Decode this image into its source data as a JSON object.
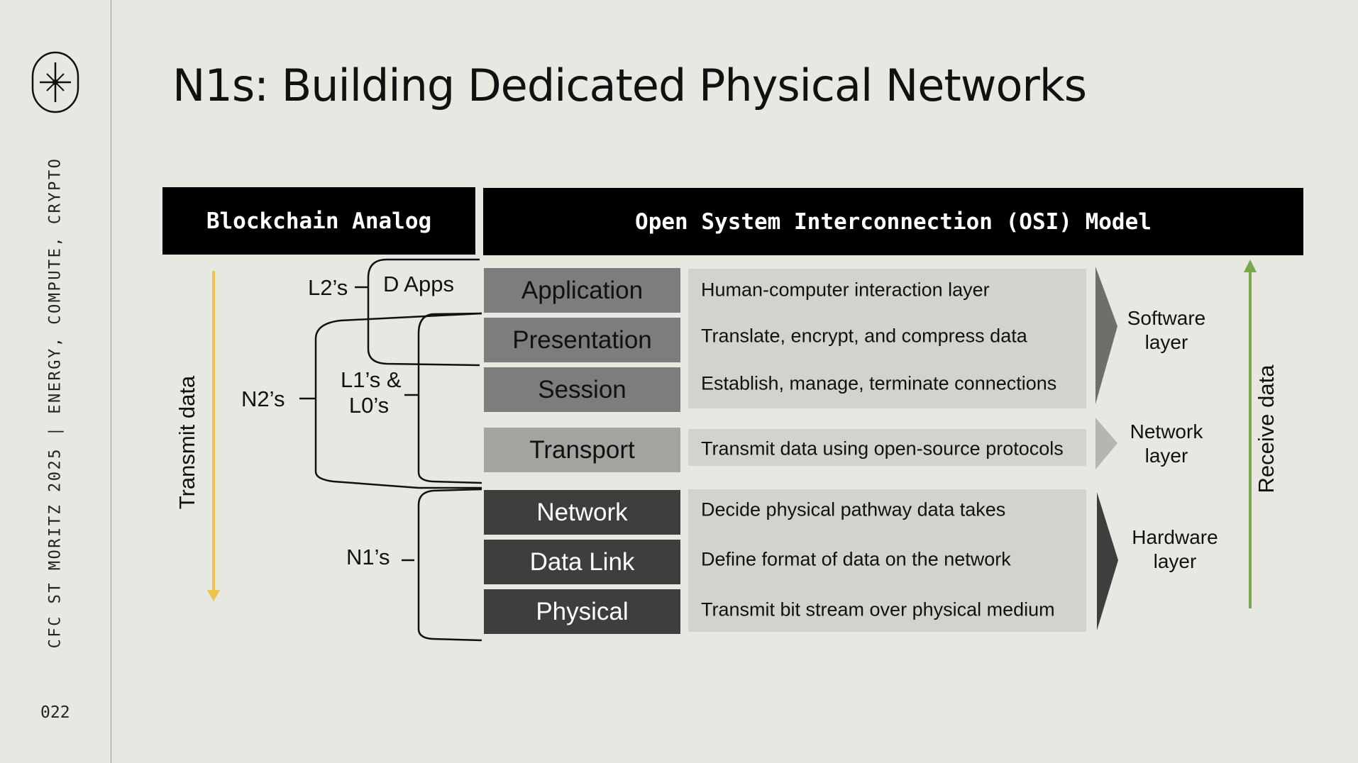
{
  "sidebar": {
    "vertical_text": "CFC ST MORITZ 2025 | ENERGY, COMPUTE, CRYPTO",
    "page_number": "022",
    "logo_icon": "asterisk-compass-icon"
  },
  "title": "N1s: Building Dedicated Physical Networks",
  "headers": {
    "blockchain": "Blockchain Analog",
    "osi": "Open System Interconnection (OSI) Model"
  },
  "layers": [
    {
      "name": "Application",
      "description": "Human-computer interaction layer",
      "group": "software"
    },
    {
      "name": "Presentation",
      "description": "Translate, encrypt, and compress data",
      "group": "software"
    },
    {
      "name": "Session",
      "description": "Establish, manage, terminate connections",
      "group": "software"
    },
    {
      "name": "Transport",
      "description": "Transmit data using open-source protocols",
      "group": "network"
    },
    {
      "name": "Network",
      "description": "Decide physical pathway data takes",
      "group": "hardware"
    },
    {
      "name": "Data Link",
      "description": "Define format of data on the network",
      "group": "hardware"
    },
    {
      "name": "Physical",
      "description": "Transmit bit stream over physical medium",
      "group": "hardware"
    }
  ],
  "groups": {
    "software": "Software layer",
    "network": "Network layer",
    "hardware": "Hardware layer"
  },
  "blockchain_labels": {
    "l2": "L2’s",
    "dapps": "D Apps",
    "l1_l0_line1": "L1’s &",
    "l1_l0_line2": "L0’s",
    "n2": "N2’s",
    "n1": "N1’s"
  },
  "arrows": {
    "transmit": "Transmit data",
    "receive": "Receive data",
    "transmit_color": "#f0c34a",
    "receive_color": "#7aa84d"
  },
  "colors": {
    "software_fill": "#7d7d7d",
    "transport_fill": "#a3a39f",
    "hardware_fill": "#3e3e3c",
    "description_fill": "#d3d3ce"
  }
}
